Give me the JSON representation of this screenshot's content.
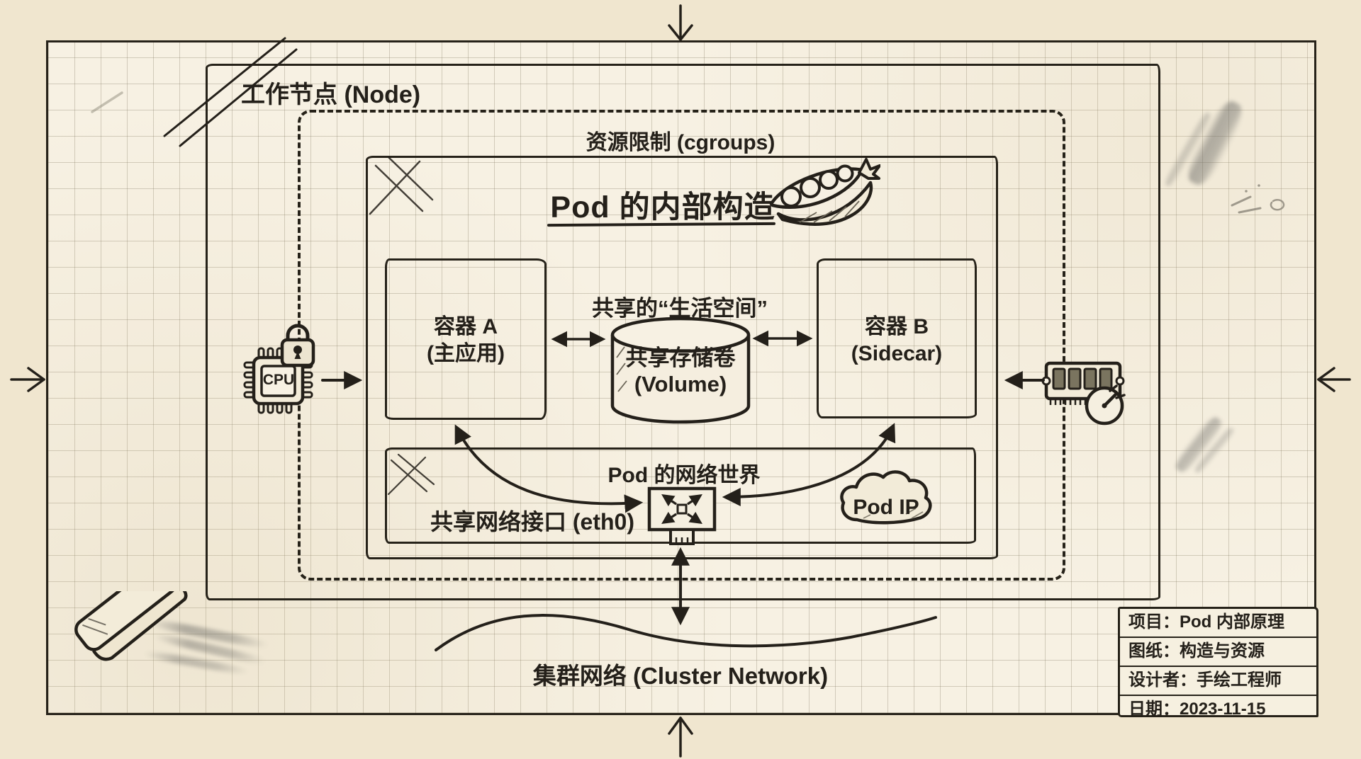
{
  "node": {
    "label": "工作节点 (Node)"
  },
  "cgroups": {
    "label": "资源限制 (cgroups)"
  },
  "pod": {
    "title": "Pod 的内部构造",
    "shared_space_label": "共享的“生活空间”",
    "container_a": {
      "name": "容器 A",
      "role": "(主应用)"
    },
    "container_b": {
      "name": "容器 B",
      "role": "(Sidecar)"
    },
    "volume": {
      "name": "共享存储卷",
      "type": "(Volume)"
    }
  },
  "network": {
    "title": "Pod 的网络世界",
    "interface_label": "共享网络接口 (eth0)",
    "pod_ip": "Pod IP"
  },
  "resources": {
    "cpu_label": "CPU"
  },
  "cluster_network": {
    "label": "集群网络 (Cluster Network)"
  },
  "title_block": {
    "rows": [
      {
        "label": "项目：",
        "value": "Pod 内部原理"
      },
      {
        "label": "图纸：",
        "value": "构造与资源"
      },
      {
        "label": "设计者：",
        "value": "手绘工程师"
      },
      {
        "label": "日期：",
        "value": "2023-11-15"
      }
    ]
  },
  "icons": {
    "cpu": "cpu-chip-with-padlock",
    "memory": "ram-stick-with-speedometer",
    "volume": "storage-cylinder",
    "network_interface": "nic-with-arrows",
    "pod_ip": "cloud",
    "pea_pod": "pea-pod",
    "eraser": "eraser-sketch"
  },
  "colors": {
    "ink": "#24201a",
    "paper": "#f7f1e3",
    "margin": "#f0e6cf",
    "grid": "#b7ae97",
    "smudge": "#8d8d8a"
  }
}
